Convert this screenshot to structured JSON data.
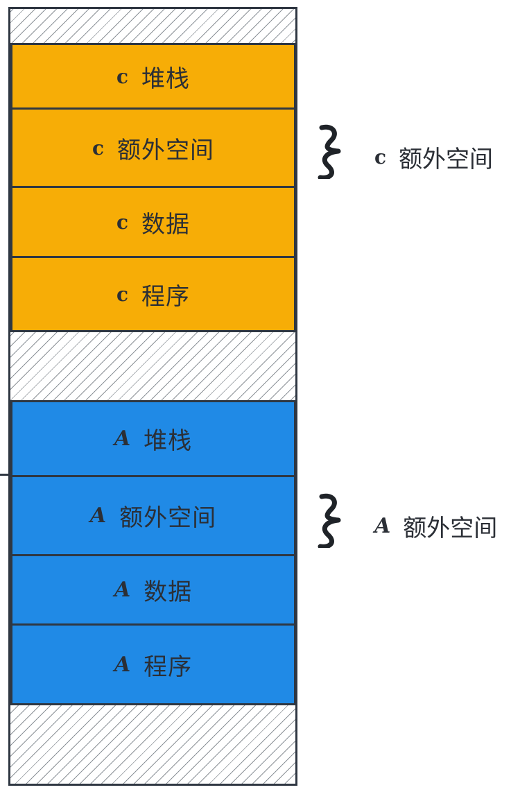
{
  "diagram": {
    "process_c": {
      "prefix": "c",
      "segments": [
        {
          "label": "堆栈"
        },
        {
          "label": "额外空间"
        },
        {
          "label": "数据"
        },
        {
          "label": "程序"
        }
      ],
      "annotation": {
        "prefix": "c",
        "label": "额外空间"
      },
      "color": "#f7ad06"
    },
    "process_a": {
      "prefix": "A",
      "segments": [
        {
          "label": "堆栈"
        },
        {
          "label": "额外空间"
        },
        {
          "label": "数据"
        },
        {
          "label": "程序"
        }
      ],
      "annotation": {
        "prefix": "A",
        "label": "额外空间"
      },
      "color": "#208ae6"
    },
    "free_space_pattern": "hatched",
    "outline_color": "#2f3742"
  }
}
